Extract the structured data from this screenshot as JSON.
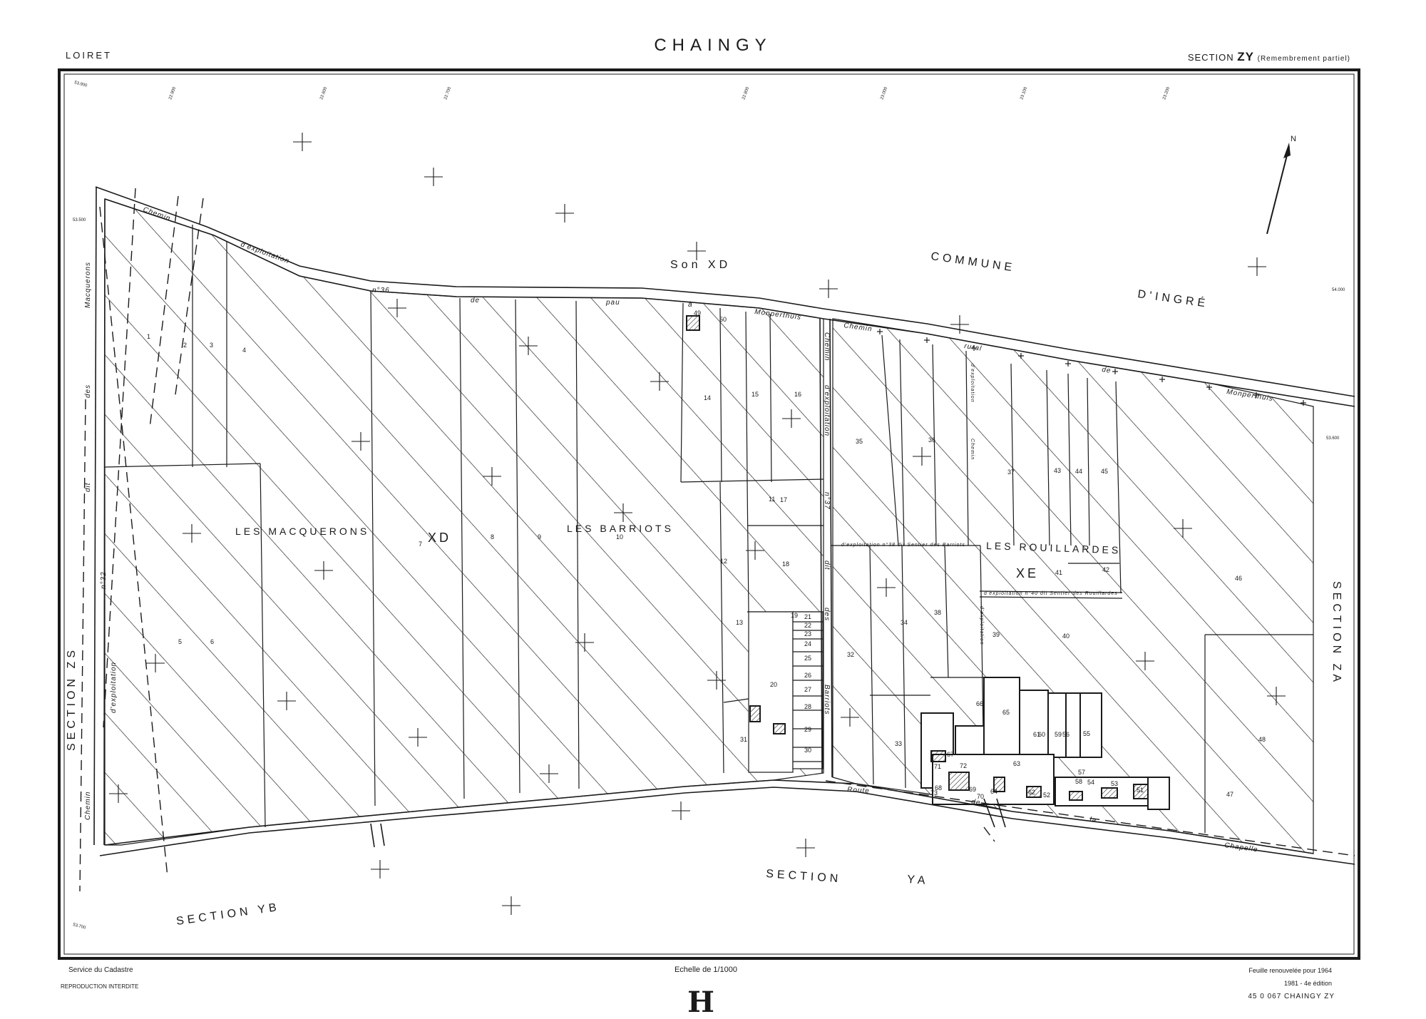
{
  "header": {
    "department": "LOIRET",
    "commune": "CHAINGY",
    "section_prefix": "SECTION",
    "section_code": "ZY",
    "section_note": "(Remembrement partiel)"
  },
  "map": {
    "neighbours": {
      "top_section": "Son XD",
      "commune_line1": "COMMUNE",
      "commune_line2": "D'INGRÉ",
      "left_section": "SECTION ZS",
      "right_section": "SECTION ZA",
      "bottom_left": "SECTION YB",
      "bottom_middle": "SECTION",
      "bottom_middle_code": "YA"
    },
    "places": {
      "macquerons": "LES MACQUERONS",
      "barriots": "LES BARRIOTS",
      "rouillardes": "LES ROUILLARDES",
      "block_xd": "XD",
      "block_xe": "XE"
    },
    "roads": {
      "chemin_top": [
        "Chemin",
        "d'exploitation",
        "n°36",
        "de",
        "pau",
        "à",
        "Monperthuis"
      ],
      "chemin_rural": [
        "Chemin",
        "rural",
        "de",
        "Monperthuis"
      ],
      "route": [
        "Route",
        "de",
        "la",
        "Chapelle"
      ],
      "left_road": [
        "Chemin",
        "dit",
        "des",
        "Macquerons"
      ],
      "left_exploitation": [
        "d'exploitation",
        "n°32"
      ],
      "middle_exploitation": [
        "Chemin",
        "d'exploitation",
        "n°37"
      ],
      "middle_dit": [
        "dit",
        "des",
        "Barriots"
      ],
      "rouillardes_roads": [
        "d'exploitation n°38 dit Sentier des Barriots",
        "d'exploitation n°40 dit Sentier des Rouillardes",
        "d'exploitation",
        "Chemin",
        "d'exploitation"
      ]
    },
    "parcels": [
      "1",
      "2",
      "3",
      "4",
      "5",
      "6",
      "7",
      "8",
      "9",
      "10",
      "11",
      "12",
      "13",
      "14",
      "15",
      "16",
      "17",
      "18",
      "19",
      "20",
      "21",
      "22",
      "23",
      "24",
      "25",
      "26",
      "27",
      "28",
      "29",
      "30",
      "31",
      "32",
      "33",
      "34",
      "35",
      "36",
      "37",
      "38",
      "39",
      "40",
      "41",
      "42",
      "43",
      "44",
      "45",
      "46",
      "47",
      "48",
      "49",
      "50",
      "51",
      "52",
      "53",
      "54",
      "55",
      "56",
      "57",
      "58",
      "59",
      "60",
      "61",
      "62",
      "63",
      "64",
      "65",
      "66",
      "67",
      "68",
      "69",
      "70",
      "71",
      "72",
      "73"
    ],
    "north": "N",
    "grid_marks": [
      "53.900",
      "53.500",
      "53.700",
      "54.000",
      "53.600",
      "22.900",
      "22.600",
      "22.700",
      "22.800",
      "23.000",
      "23.100",
      "23.200"
    ]
  },
  "footer": {
    "service": "Service du Cadastre",
    "reproduction": "REPRODUCTION  INTERDITE",
    "scale": "Echelle de 1/1000",
    "renewed": "Feuille renouvelée pour 1964",
    "edition": "1981 - 4e édition",
    "reference": "45 0 067  CHAINGY  ZY",
    "sheet_letter": "H"
  },
  "colors": {
    "ink": "#1a1a1a",
    "paper": "#ffffff",
    "hatch": "#2a2a2a"
  }
}
